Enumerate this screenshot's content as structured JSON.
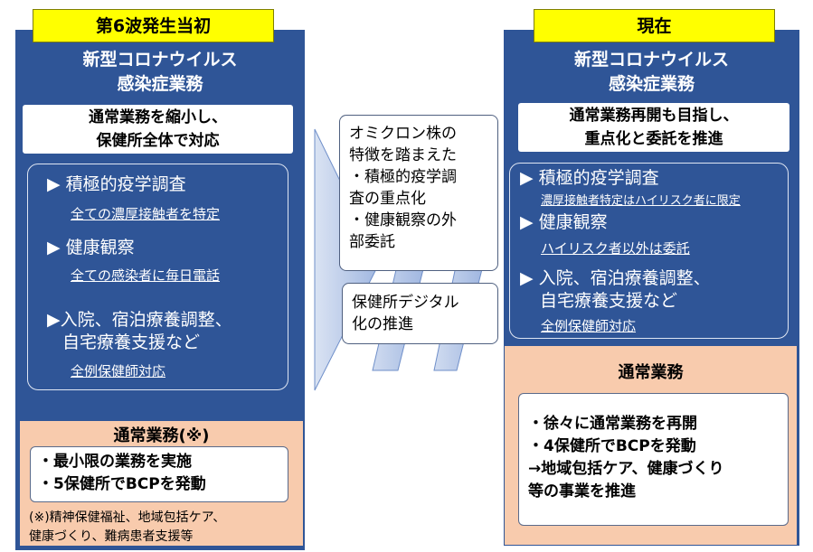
{
  "left": {
    "label": "第6波発生当初",
    "title_line1": "新型コロナウイルス",
    "title_line2": "感染症業務",
    "summary_line1": "通常業務を縮小し、",
    "summary_line2": "保健所全体で対応",
    "items": [
      {
        "label": "▶ 積極的疫学調査",
        "sub": "全ての濃厚接触者を特定"
      },
      {
        "label": "▶ 健康観察",
        "sub": "全ての感染者に毎日電話"
      },
      {
        "label_line1": "▶入院、宿泊療養調整、",
        "label_line2": "自宅療養支援など",
        "sub": "全例保健師対応"
      }
    ],
    "routine": {
      "title": "通常業務(※)",
      "bullets": [
        "・最小限の業務を実施",
        "・5保健所でBCPを発動"
      ],
      "note_line1": "(※)精神保健福祉、地域包括ケア、",
      "note_line2": "健康づくり、難病患者支援等"
    }
  },
  "middle": {
    "box1_lines": [
      "オミクロン株の",
      "特徴を踏まえた",
      "・積極的疫学調",
      "査の重点化",
      "・健康観察の外",
      "部委託"
    ],
    "box2_lines": [
      "保健所デジタル",
      "化の推進"
    ],
    "arrow_color": "#b4c7e7"
  },
  "right": {
    "label": "現在",
    "title_line1": "新型コロナウイルス",
    "title_line2": "感染症業務",
    "summary_line1": "通常業務再開も目指し、",
    "summary_line2": "重点化と委託を推進",
    "items": [
      {
        "label": "▶ 積極的疫学調査",
        "sub": "濃厚接触者特定はハイリスク者に限定"
      },
      {
        "label": "▶ 健康観察",
        "sub": "ハイリスク者以外は委託"
      },
      {
        "label_line1": "▶ 入院、宿泊療養調整、",
        "label_line2": "自宅療養支援など",
        "sub": "全例保健師対応"
      }
    ],
    "routine": {
      "title": "通常業務",
      "lines": [
        "・徐々に通常業務を再開",
        "・4保健所でBCPを発動",
        "→地域包括ケア、健康づくり",
        "等の事業を推進"
      ]
    }
  },
  "colors": {
    "panel": "#2f5597",
    "label": "#ffff00",
    "routine": "#f8cbad"
  }
}
